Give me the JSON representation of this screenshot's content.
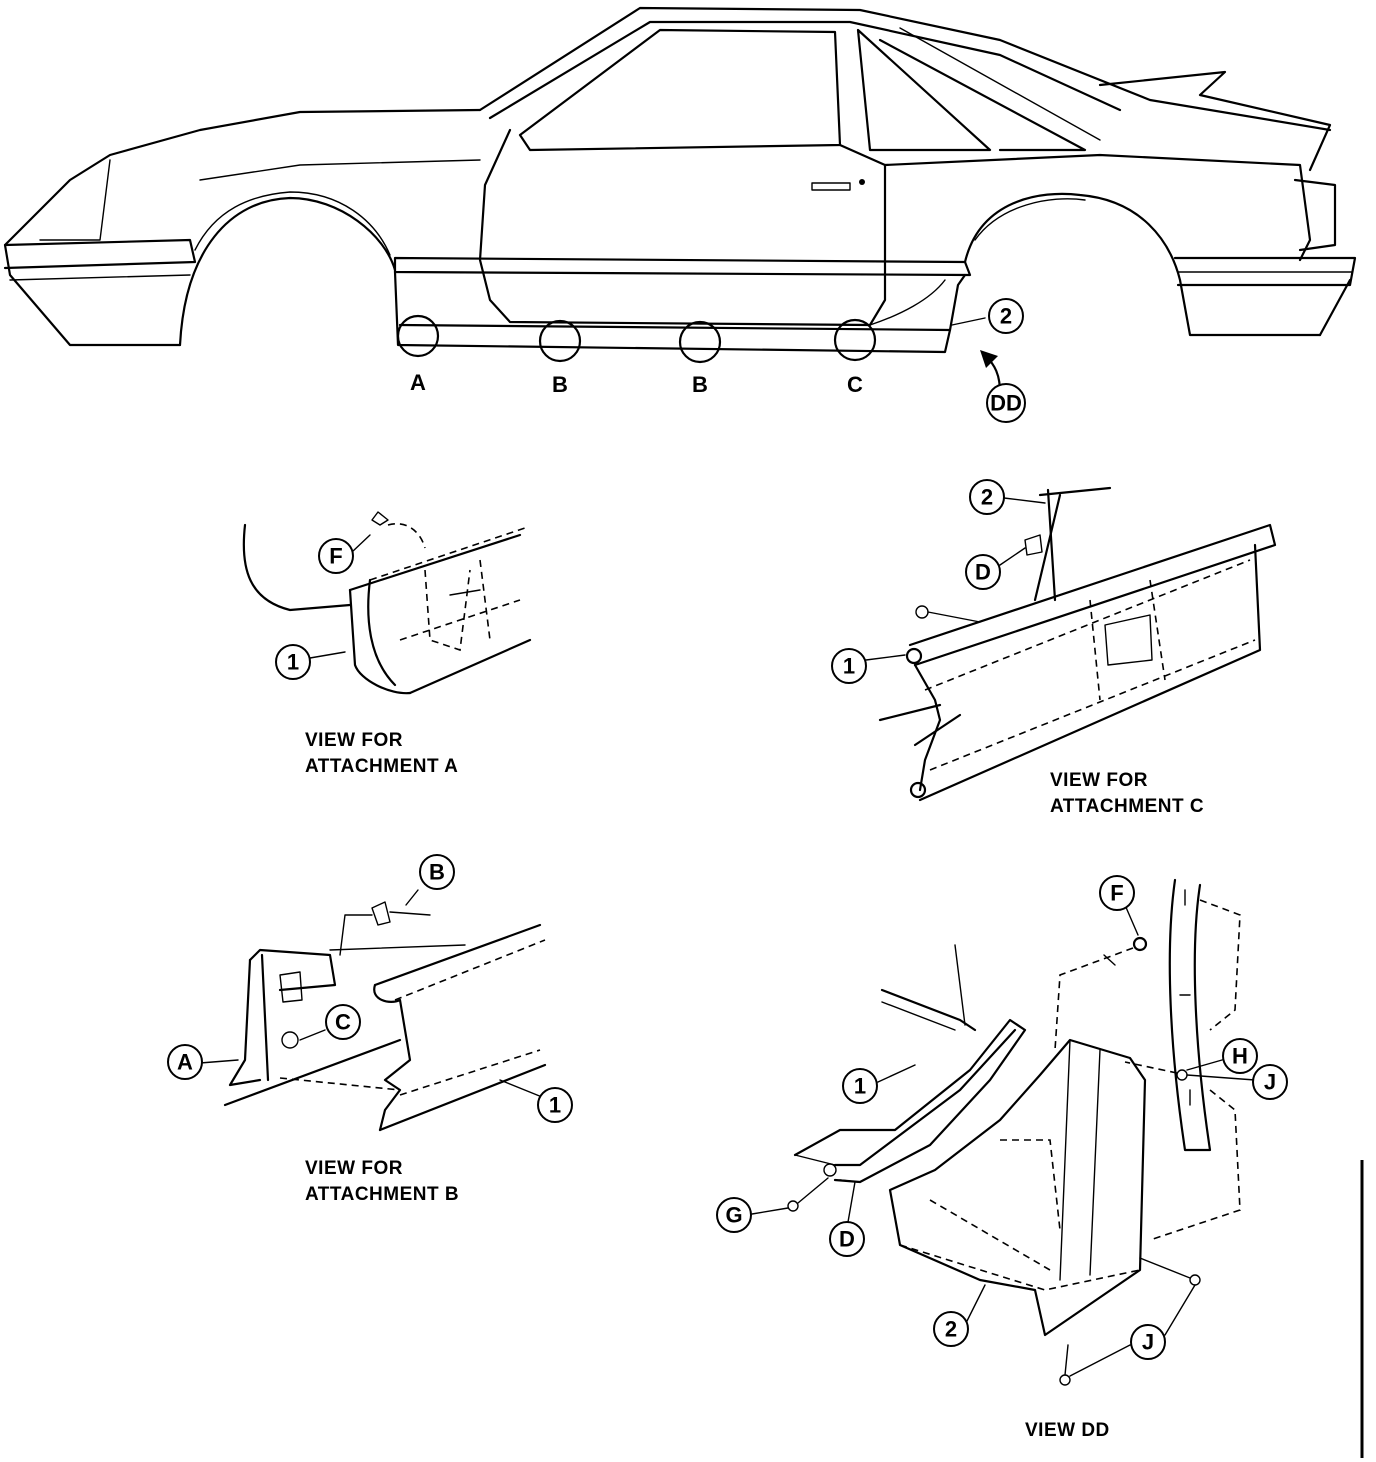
{
  "main_view": {
    "points": [
      "A",
      "B",
      "B",
      "C"
    ],
    "part_callout": "2",
    "view_callout": "DD"
  },
  "view_a": {
    "caption_line1": "VIEW FOR",
    "caption_line2": "ATTACHMENT A",
    "callouts": [
      "F",
      "1"
    ]
  },
  "view_c": {
    "caption_line1": "VIEW FOR",
    "caption_line2": "ATTACHMENT C",
    "callouts": [
      "2",
      "D",
      "1"
    ]
  },
  "view_b": {
    "caption_line1": "VIEW FOR",
    "caption_line2": "ATTACHMENT B",
    "callouts": [
      "B",
      "C",
      "A",
      "1"
    ]
  },
  "view_dd": {
    "caption": "VIEW DD",
    "callouts": [
      "F",
      "H",
      "J",
      "1",
      "G",
      "D",
      "2",
      "J"
    ]
  }
}
